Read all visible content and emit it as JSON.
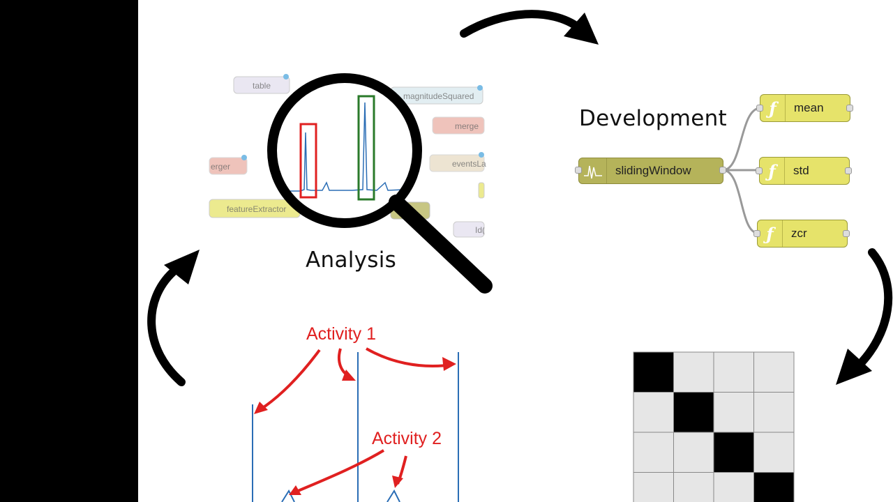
{
  "labels": {
    "development": "Development",
    "analysis": "Analysis",
    "activity1": "Activity 1",
    "activity2": "Activity 2"
  },
  "flow_nodes": {
    "sliding_window": "slidingWindow",
    "mean": "mean",
    "std": "std",
    "zcr": "zcr"
  },
  "background_nodes": {
    "table": "table",
    "magnitude": "magnitudeSquared",
    "merge": "merge",
    "merger": "erger",
    "events": "eventsLa",
    "feature": "featureExtractor",
    "id": "Id("
  },
  "function_icon": "ƒ",
  "colors": {
    "function_node": "#e6e36a",
    "sliding_node": "#b5b35a",
    "red": "#e02020",
    "signal_blue": "#2a6db5"
  },
  "matrix": [
    [
      1,
      0,
      0,
      0
    ],
    [
      0,
      1,
      0,
      0
    ],
    [
      0,
      0,
      1,
      0
    ],
    [
      0,
      0,
      0,
      1
    ]
  ]
}
